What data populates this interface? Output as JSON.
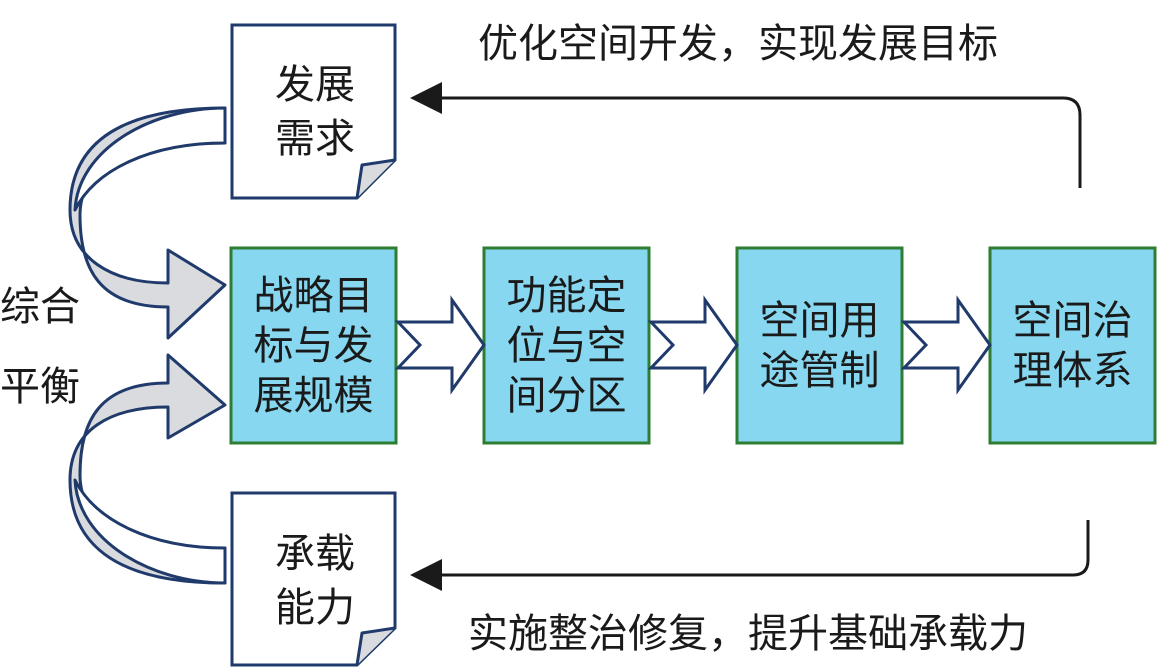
{
  "top_caption": "优化空间开发，实现发展目标",
  "bottom_caption": "实施整治修复，提升基础承载力",
  "side_label": {
    "line1": "综合",
    "line2": "平衡"
  },
  "doc_top": {
    "line1": "发展",
    "line2": "需求"
  },
  "doc_bottom": {
    "line1": "承载",
    "line2": "能力"
  },
  "boxes": [
    {
      "line1": "战略目",
      "line2": "标与发",
      "line3": "展规模"
    },
    {
      "line1": "功能定",
      "line2": "位与空",
      "line3": "间分区"
    },
    {
      "line1": "空间用",
      "line2": "途管制"
    },
    {
      "line1": "空间治",
      "line2": "理体系"
    }
  ],
  "colors": {
    "box_fill": "#87d7f0",
    "box_stroke": "#2e7d32",
    "doc_stroke": "#1b3a5c",
    "curve_fill": "#d7d9dc",
    "arrow_stroke": "#1f3a6b"
  }
}
